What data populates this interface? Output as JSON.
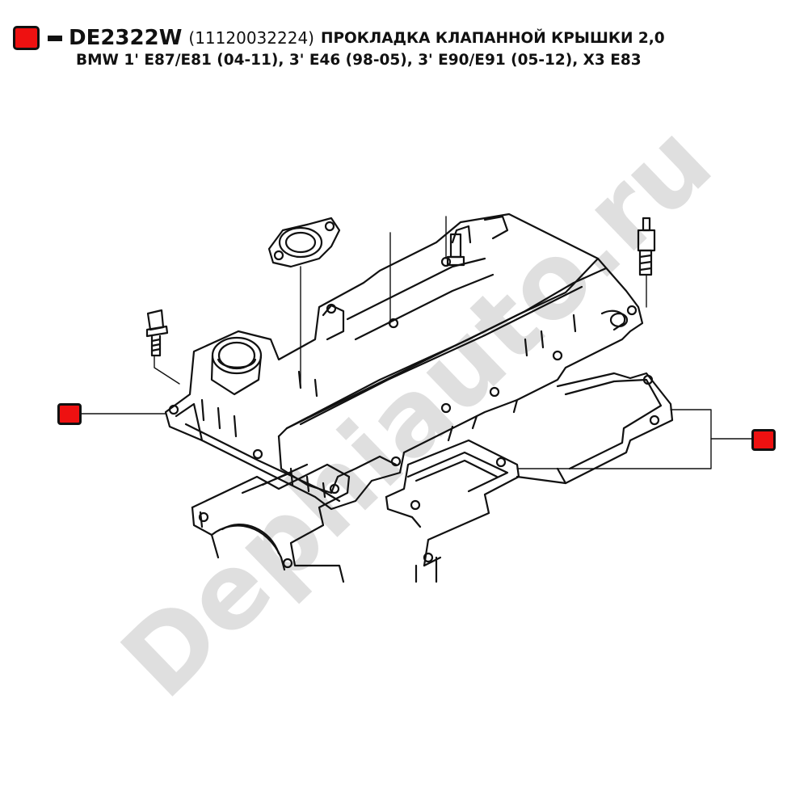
{
  "header": {
    "part_code": "DE2322W",
    "oem_number": "(11120032224)",
    "description": "ПРОКЛАДКА КЛАПАННОЙ КРЫШКИ 2,0",
    "applicability": "BMW 1' E87/E81 (04-11), 3' E46 (98-05), 3' E90/E91 (05-12), X3 E83"
  },
  "watermark": {
    "text": "Dephiauto.ru",
    "color": "#d9d9d9"
  },
  "colors": {
    "marker": "#ee1111",
    "line": "#111111"
  }
}
